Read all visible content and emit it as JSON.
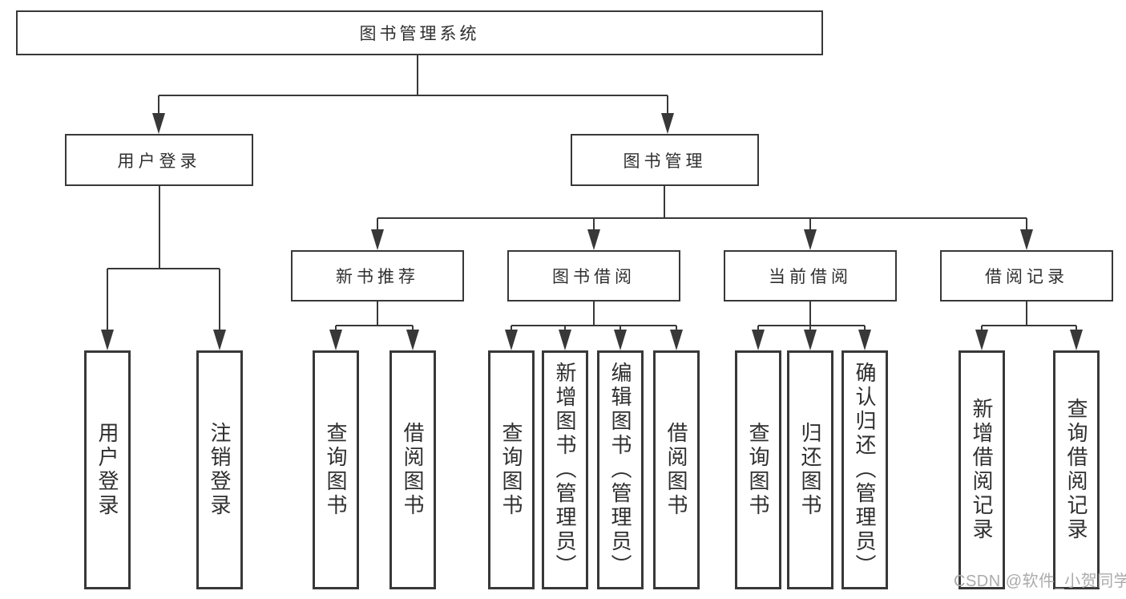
{
  "root": {
    "label": "图书管理系统"
  },
  "branches": [
    {
      "label": "用户登录",
      "children": [
        {
          "label": "用户登录"
        },
        {
          "label": "注销登录"
        }
      ]
    },
    {
      "label": "图书管理",
      "children": [
        {
          "label": "新书推荐",
          "children": [
            {
              "label": "查询图书"
            },
            {
              "label": "借阅图书"
            }
          ]
        },
        {
          "label": "图书借阅",
          "children": [
            {
              "label": "查询图书"
            },
            {
              "label": "新增图书（管理员）"
            },
            {
              "label": "编辑图书（管理员）"
            },
            {
              "label": "借阅图书"
            }
          ]
        },
        {
          "label": "当前借阅",
          "children": [
            {
              "label": "查询图书"
            },
            {
              "label": "归还图书"
            },
            {
              "label": "确认归还（管理员）"
            }
          ]
        },
        {
          "label": "借阅记录",
          "children": [
            {
              "label": "新增借阅记录"
            },
            {
              "label": "查询借阅记录"
            }
          ]
        }
      ]
    }
  ],
  "watermark": {
    "text": "CSDN @软件_小贺同学"
  },
  "colors": {
    "line": "#383838",
    "text": "#2f2f2f",
    "watermark": "#ababab",
    "background": "#ffffff"
  }
}
